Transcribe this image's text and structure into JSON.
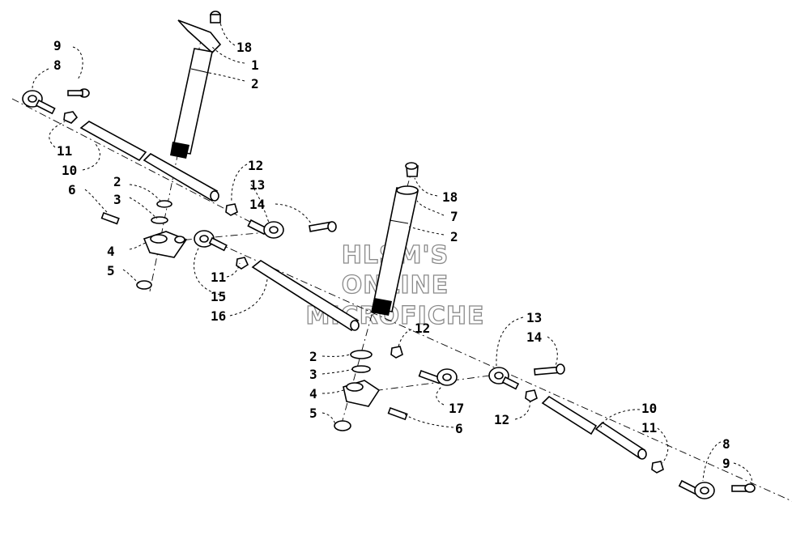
{
  "watermark": {
    "line1": "HLSM'S",
    "line2": "ONLINE",
    "line3": "MICROFICHE"
  },
  "callouts": {
    "a9": "9",
    "a8": "8",
    "a18": "18",
    "a1": "1",
    "a2": "2",
    "a11": "11",
    "a10": "10",
    "a6": "6",
    "a2b": "2",
    "a3": "3",
    "a12": "12",
    "a13": "13",
    "a14": "14",
    "a4": "4",
    "a5": "5",
    "a11b": "11",
    "a15": "15",
    "a16": "16",
    "b18": "18",
    "b7": "7",
    "b2": "2",
    "b12": "12",
    "b2b": "2",
    "b3": "3",
    "b4": "4",
    "b5": "5",
    "b17": "17",
    "b6": "6",
    "c13": "13",
    "c14": "14",
    "c12": "12",
    "c10": "10",
    "c11": "11",
    "c8": "8",
    "c9": "9"
  }
}
